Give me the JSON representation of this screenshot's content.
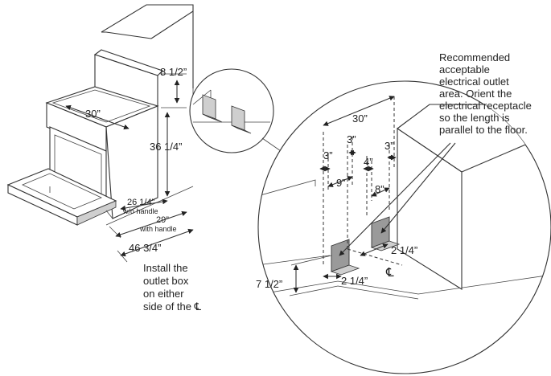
{
  "range_dims": {
    "width": "30”",
    "cooktop_to_backguard": "8 1/2”",
    "cooktop_height": "36 1/4”",
    "depth_without_handle": "26 1/4”",
    "without_handle_note": "w/o handle",
    "depth_with_handle": "29”",
    "with_handle_note": "with handle",
    "depth_door_open": "46 3/4”"
  },
  "install_note": [
    "Install the",
    "outlet box",
    "on either",
    "side of the ℄"
  ],
  "outlet_area_note": [
    "Recommended",
    "acceptable",
    "electrical outlet",
    "area. Orient the",
    "electrical receptacle",
    "so the length is",
    "parallel to the floor."
  ],
  "detail_dims": {
    "width": "30”",
    "left_offset": "3”",
    "center_left_offset": "3”",
    "right_offset": "3”",
    "left_area_width": "9”",
    "center_right_offset": "4”",
    "right_area_width": "8”",
    "height": "7 1/2”",
    "left_box_gap": "2 1/4”",
    "right_box_gap": "2 1/4”",
    "centerline": "℄"
  }
}
